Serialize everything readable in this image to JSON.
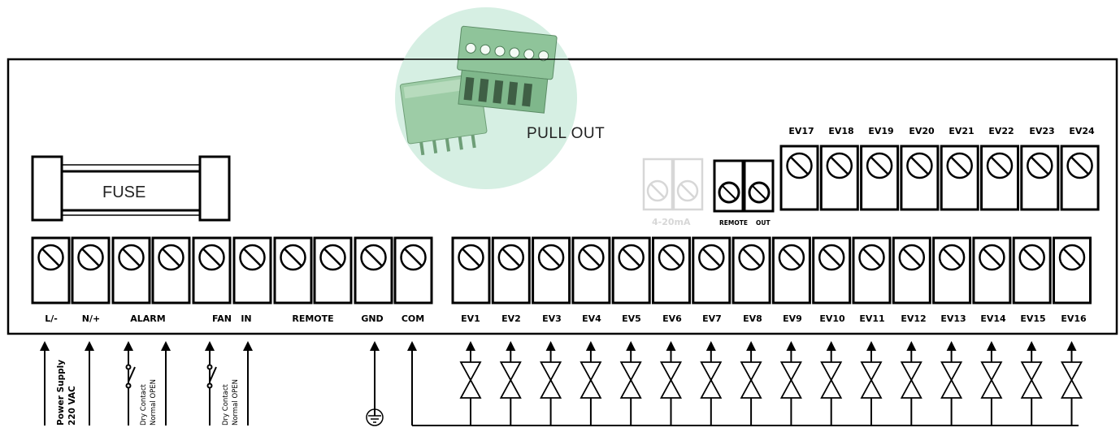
{
  "fuse_label": "FUSE",
  "pull_out_label": "PULL OUT",
  "analog_label": "4-20mA",
  "remote_out": {
    "remote": "REMOTE",
    "out": "OUT"
  },
  "top_terminals": [
    "EV17",
    "EV18",
    "EV19",
    "EV20",
    "EV21",
    "EV22",
    "EV23",
    "EV24"
  ],
  "left_terminal_labels": [
    "L/-",
    "N/+",
    "ALARM",
    "FAN",
    "IN",
    "REMOTE",
    "GND",
    "COM"
  ],
  "bottom_terminals": [
    "EV1",
    "EV2",
    "EV3",
    "EV4",
    "EV5",
    "EV6",
    "EV7",
    "EV8",
    "EV9",
    "EV10",
    "EV11",
    "EV12",
    "EV13",
    "EV14",
    "EV15",
    "EV16"
  ],
  "power_supply": {
    "line1": "Power Supply",
    "line2": "220 VAC"
  },
  "alarm_contact": {
    "line1": "Dry Contact",
    "line2": "Normal OPEN"
  },
  "fan_contact": {
    "line1": "Dry Contact",
    "line2": "Normal OPEN"
  },
  "colors": {
    "stroke": "#000000",
    "connector_green": "#8fc49a",
    "halo": "#d6efe3"
  }
}
